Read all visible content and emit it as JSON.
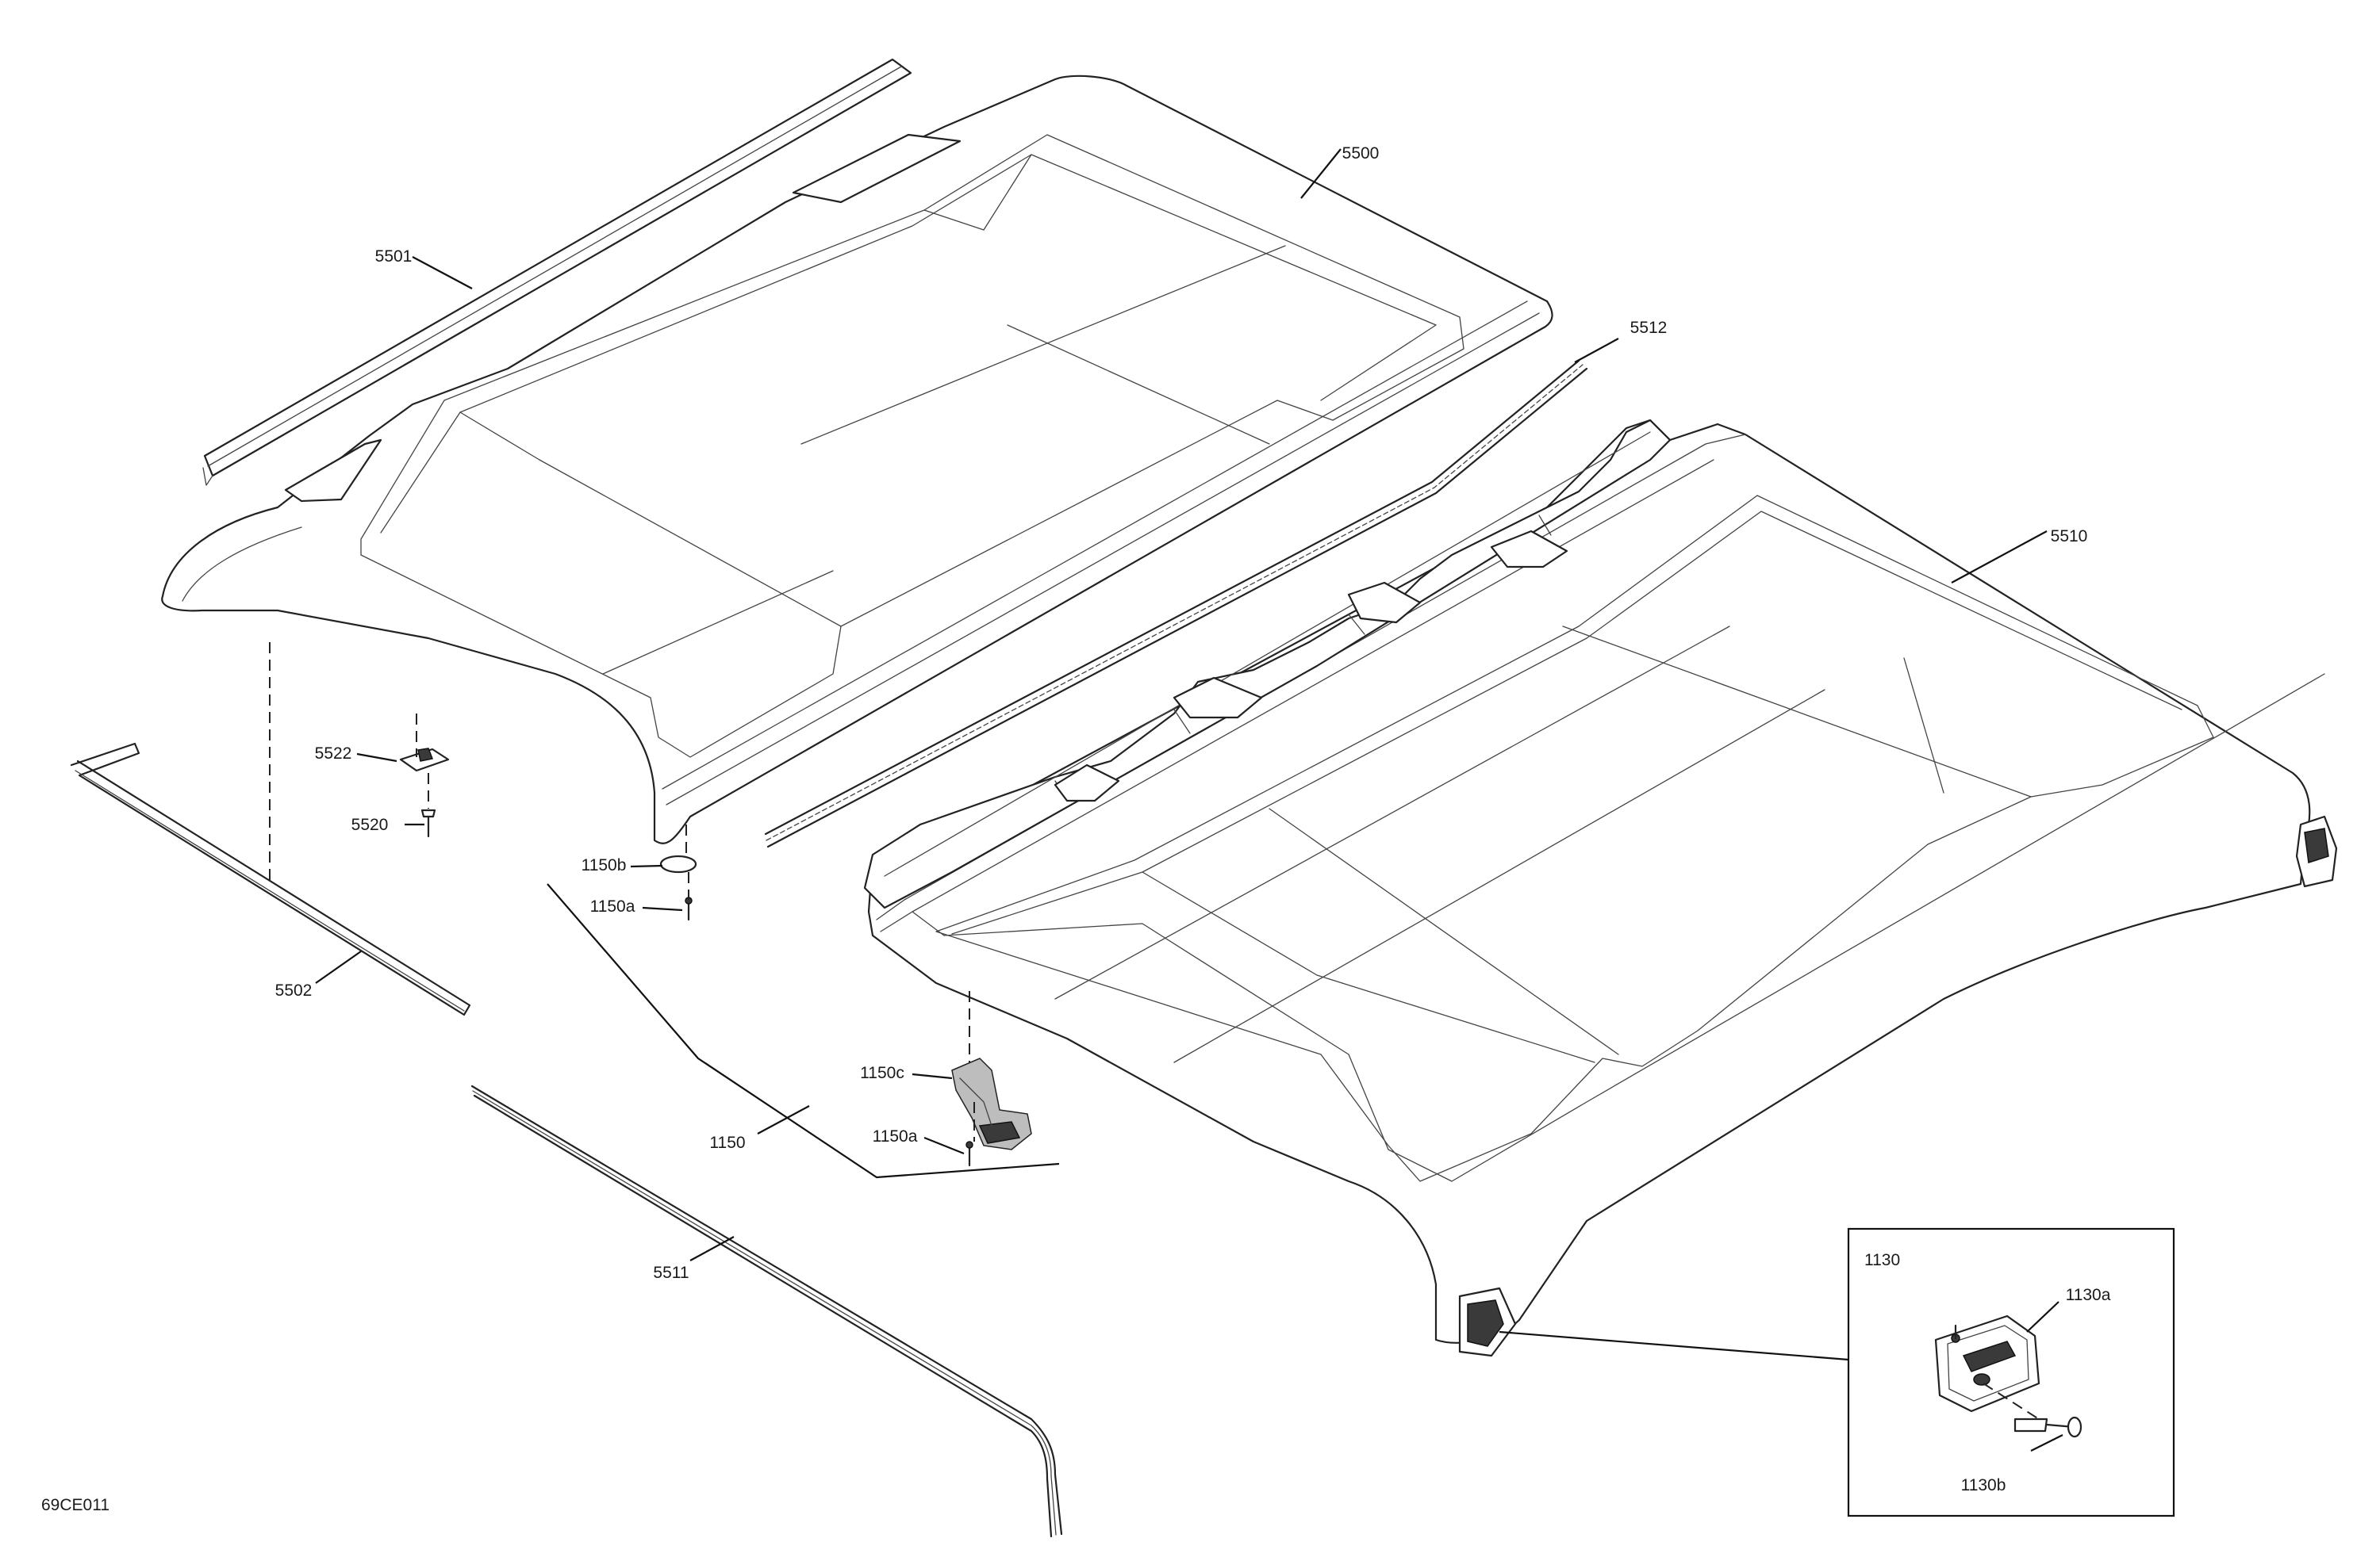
{
  "diagram": {
    "code": "69CE011",
    "parts": {
      "p5500": "5500",
      "p5501": "5501",
      "p5502": "5502",
      "p5510": "5510",
      "p5511": "5511",
      "p5512": "5512",
      "p5520": "5520",
      "p5522": "5522",
      "p1150": "1150",
      "p1150a_1": "1150a",
      "p1150a_2": "1150a",
      "p1150b": "1150b",
      "p1150c": "1150c"
    },
    "detail_box": {
      "title": "1130",
      "p1130a": "1130a",
      "p1130b": "1130b"
    }
  }
}
